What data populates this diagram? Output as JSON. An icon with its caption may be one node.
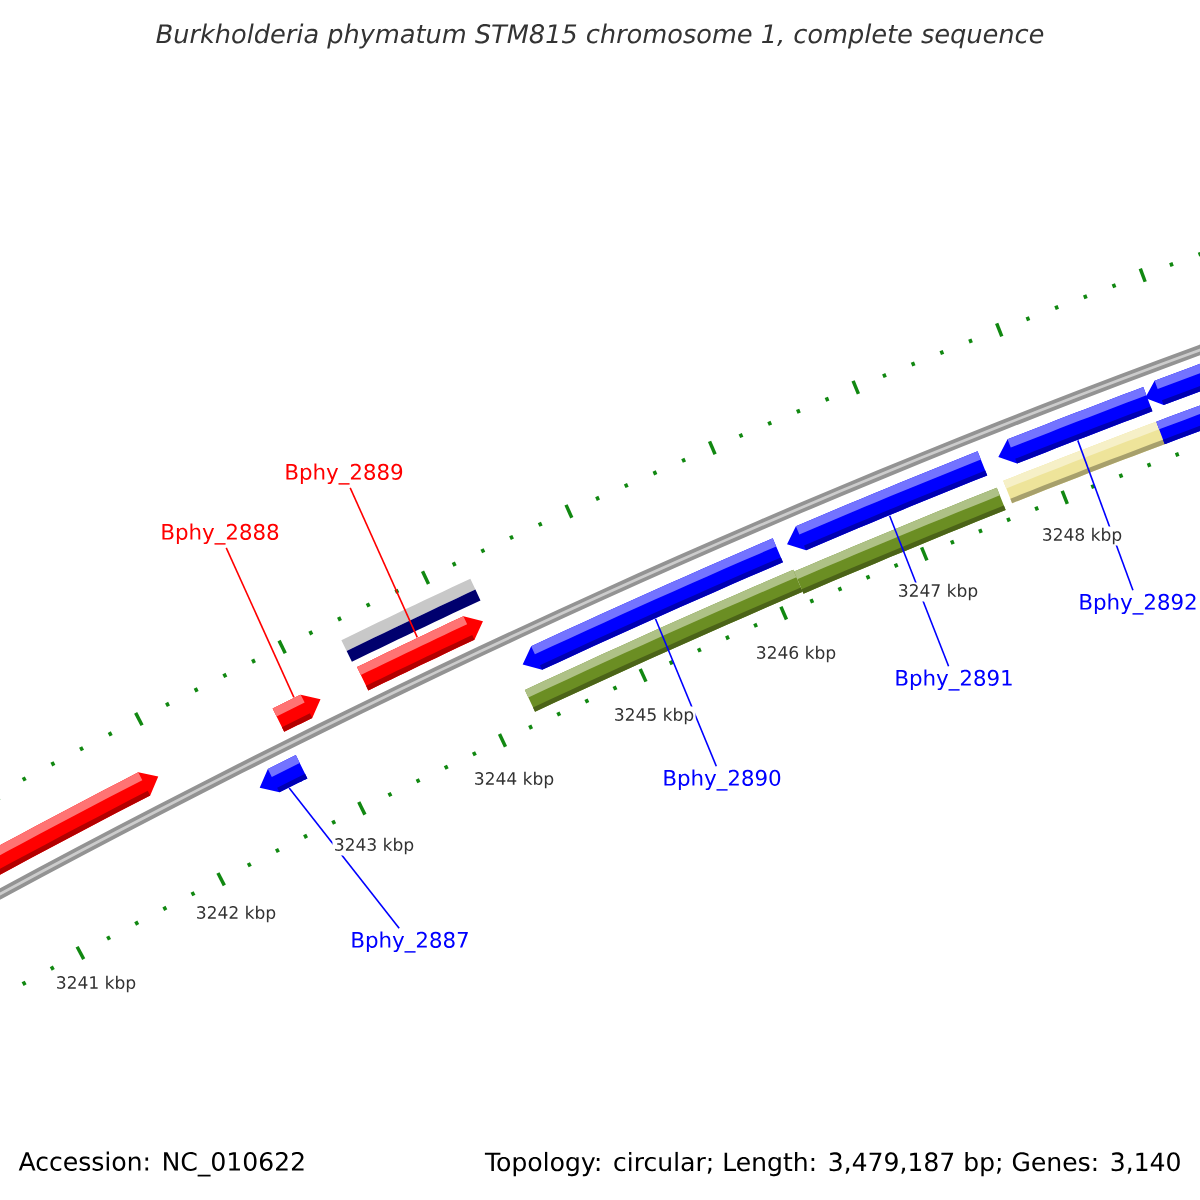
{
  "diagram": {
    "title": "Burkholderia phymatum STM815 chromosome 1, complete sequence",
    "nodes": [
      {
        "text": [
          "Bphy_2889"
        ]
      },
      {
        "text": [
          "Bphy_2888"
        ]
      },
      {
        "text": [
          "Bphy_2892"
        ]
      },
      {
        "text": [
          "Bphy_2891"
        ]
      },
      {
        "text": [
          "Bphy_2890"
        ]
      },
      {
        "text": [
          "Bphy_2887"
        ]
      },
      {
        "text": [],
        "shape": "arrow"
      },
      {
        "text": [],
        "shape": "arrow"
      },
      {
        "text": [],
        "shape": "arrow"
      },
      {
        "text": [],
        "shape": "bar"
      },
      {
        "text": [],
        "shape": "arrow"
      },
      {
        "text": [],
        "shape": "arrow"
      },
      {
        "text": [],
        "shape": "bar"
      },
      {
        "text": [],
        "shape": "arrow"
      },
      {
        "text": [],
        "shape": "bar"
      },
      {
        "text": [],
        "shape": "arrow"
      },
      {
        "text": [],
        "shape": "bar"
      },
      {
        "text": [],
        "shape": "arrow"
      },
      {
        "text": [],
        "shape": "bar"
      }
    ],
    "edges": [
      {
        "from": 0,
        "to": 10,
        "arrow": "none",
        "color": "#ff0000"
      },
      {
        "from": 1,
        "to": 8,
        "arrow": "none",
        "color": "#ff0000"
      },
      {
        "from": 2,
        "to": 15,
        "arrow": "none",
        "color": "#0000ff"
      },
      {
        "from": 3,
        "to": 13,
        "arrow": "none",
        "color": "#0000ff"
      },
      {
        "from": 4,
        "to": 11,
        "arrow": "none",
        "color": "#0000ff"
      },
      {
        "from": 5,
        "to": 7,
        "arrow": "none",
        "color": "#0000ff"
      }
    ],
    "labels": [
      "3248 kbp",
      "3247 kbp",
      "3246 kbp",
      "3245 kbp",
      "3244 kbp",
      "3243 kbp",
      "3242 kbp",
      "3241 kbp",
      "Accession: NC_010622",
      "Topology: circular; Length: 3,479,187 bp; Genes: 3,140"
    ]
  }
}
